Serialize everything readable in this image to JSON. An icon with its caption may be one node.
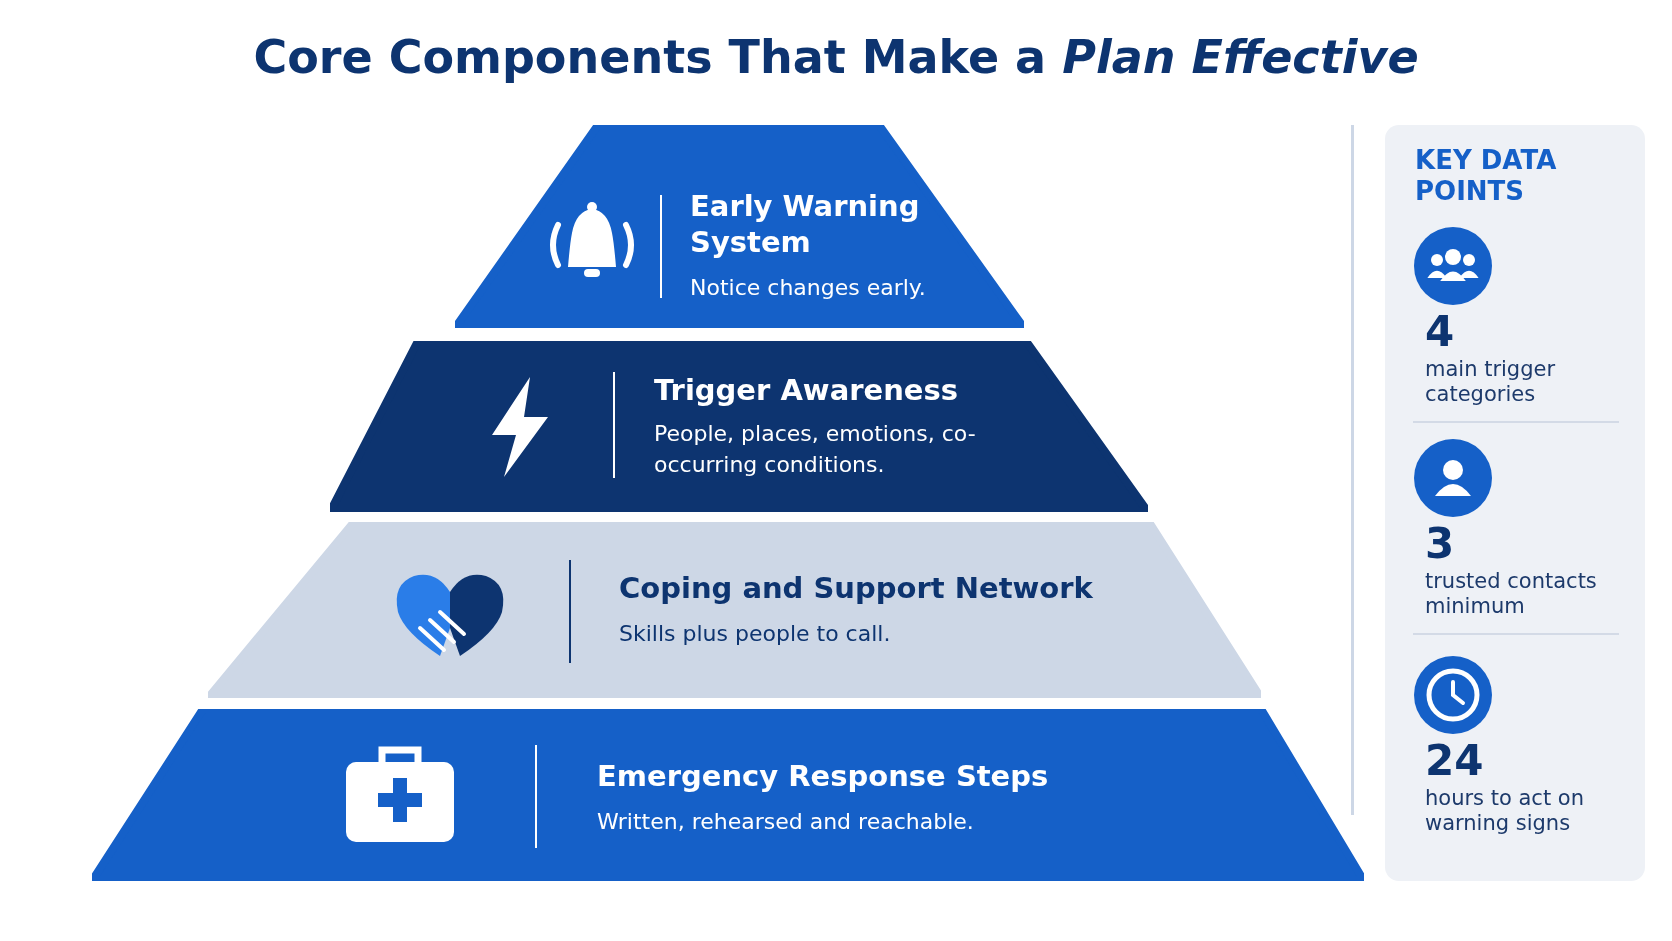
{
  "diagram": {
    "title": "Core Components That Make a *Plan Effective*",
    "nodes": [
      {
        "text": [
          "Early Warning System",
          "Notice changes early."
        ]
      },
      {
        "text": [
          "Trigger Awareness",
          "People, places, emotions, co-occurring conditions."
        ]
      },
      {
        "text": [
          "Coping and Support Network",
          "Skills plus people to call."
        ]
      },
      {
        "text": [
          "Emergency Response Steps",
          "Written, rehearsed and reachable."
        ]
      },
      {
        "text": [
          "KEY DATA POINTS"
        ]
      },
      {
        "text": [
          "4",
          "main trigger categories"
        ],
        "in": 4
      },
      {
        "text": [
          "3",
          "trusted contacts minimum"
        ],
        "in": 4
      },
      {
        "text": [
          "24",
          "hours to act on warning signs"
        ],
        "in": 4
      }
    ]
  }
}
